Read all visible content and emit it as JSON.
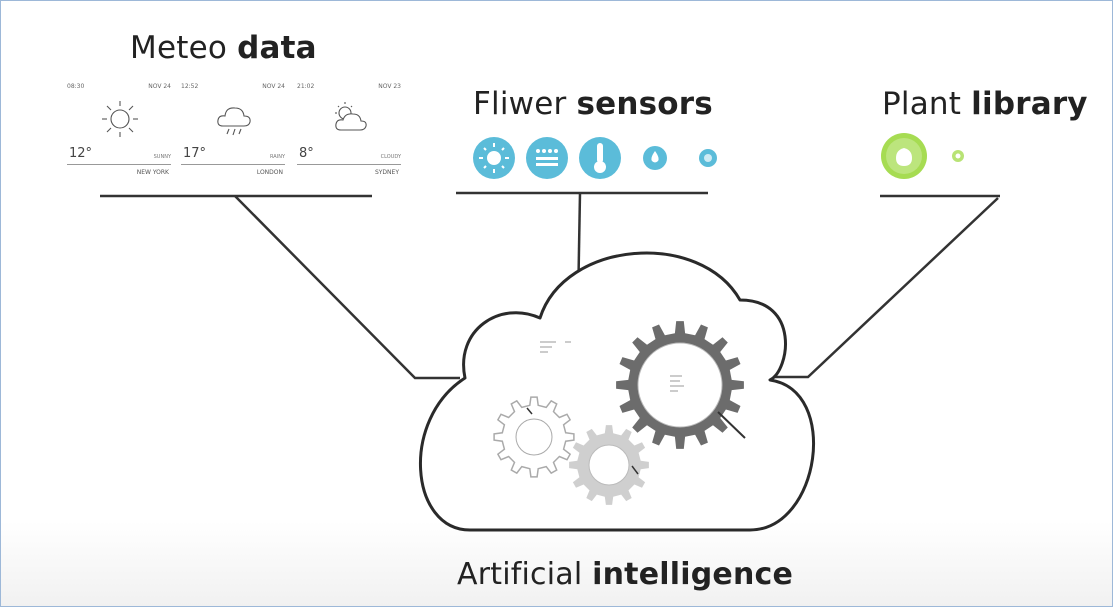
{
  "meteo": {
    "title_regular": "Meteo ",
    "title_bold": "data",
    "cards": [
      {
        "time": "08:30",
        "date": "NOV 24",
        "temp": "12°",
        "condition": "SUNNY",
        "city": "NEW YORK",
        "icon": "sun-icon"
      },
      {
        "time": "12:52",
        "date": "NOV 24",
        "temp": "17°",
        "condition": "RAINY",
        "city": "LONDON",
        "icon": "rain-cloud-icon"
      },
      {
        "time": "21:02",
        "date": "NOV 23",
        "temp": "8°",
        "condition": "CLOUDY",
        "city": "SYDNEY",
        "icon": "partly-cloudy-icon"
      }
    ]
  },
  "sensors": {
    "title_regular": "Fliwer ",
    "title_bold": "sensors",
    "icons": [
      "light-sensor-icon",
      "humidity-sensor-icon",
      "temperature-sensor-icon",
      "water-drop-icon",
      "small-sensor-icon"
    ],
    "color": "#5bbcd9"
  },
  "library": {
    "title_regular": "Plant ",
    "title_bold": "library",
    "icons": [
      "plant-icon",
      "small-plant-icon"
    ],
    "color": "#a6dc52"
  },
  "ai": {
    "title_regular": "Artificial ",
    "title_bold": "intelligence",
    "icons": [
      "cloud-icon",
      "large-gear-icon",
      "outline-gear-icon",
      "light-gear-icon"
    ],
    "gear_color": "#6c6c6c"
  }
}
